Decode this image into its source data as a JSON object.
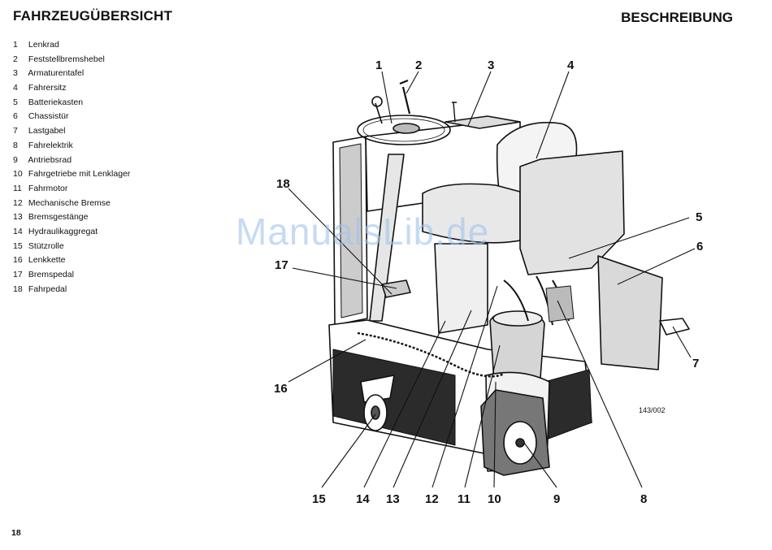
{
  "header": {
    "left_title": "FAHRZEUGÜBERSICHT",
    "right_title": "BESCHREIBUNG"
  },
  "legend": [
    {
      "num": "1",
      "label": "Lenkrad"
    },
    {
      "num": "2",
      "label": "Feststellbremshebel"
    },
    {
      "num": "3",
      "label": "Armaturentafel"
    },
    {
      "num": "4",
      "label": "Fahrersitz"
    },
    {
      "num": "5",
      "label": "Batteriekasten"
    },
    {
      "num": "6",
      "label": "Chassistür"
    },
    {
      "num": "7",
      "label": "Lastgabel"
    },
    {
      "num": "8",
      "label": "Fahrelektrik"
    },
    {
      "num": "9",
      "label": "Antriebsrad"
    },
    {
      "num": "10",
      "label": "Fahrgetriebe mit Lenklager"
    },
    {
      "num": "11",
      "label": "Fahrmotor"
    },
    {
      "num": "12",
      "label": "Mechanische Bremse"
    },
    {
      "num": "13",
      "label": "Bremsgestänge"
    },
    {
      "num": "14",
      "label": "Hydraulikaggregat"
    },
    {
      "num": "15",
      "label": "Stützrolle"
    },
    {
      "num": "16",
      "label": "Lenkkette"
    },
    {
      "num": "17",
      "label": "Bremspedal"
    },
    {
      "num": "18",
      "label": "Fahrpedal"
    }
  ],
  "figure": {
    "reference": "143/002",
    "callouts": [
      "1",
      "2",
      "3",
      "4",
      "5",
      "6",
      "7",
      "8",
      "9",
      "10",
      "11",
      "12",
      "13",
      "14",
      "15",
      "16",
      "17",
      "18"
    ]
  },
  "watermark": "ManualsLib.de",
  "footer": {
    "page_number": "18"
  }
}
